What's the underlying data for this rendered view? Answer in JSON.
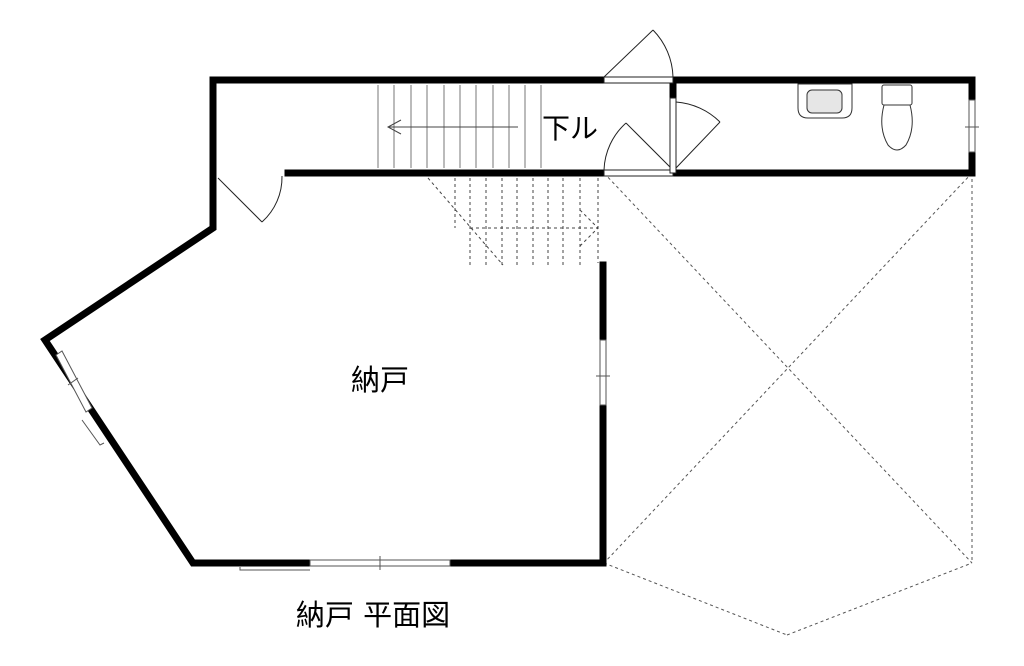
{
  "plan": {
    "title": "納戸 平面図",
    "rooms": {
      "storage": "納戸",
      "stairs_down": "下ル"
    },
    "icons": [
      "door-swing-icon",
      "sink-icon",
      "toilet-icon",
      "window-icon",
      "stairs-icon"
    ]
  }
}
